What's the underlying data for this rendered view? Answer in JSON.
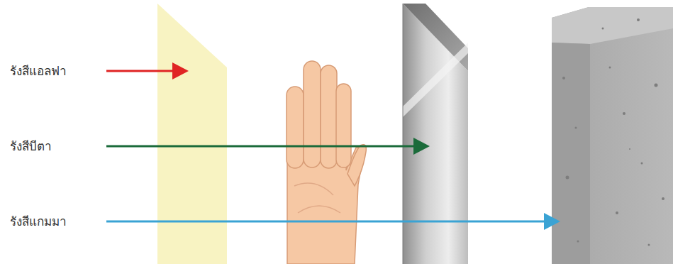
{
  "diagram": {
    "labels": [
      "รังสีแอลฟา",
      "รังสีบีตา",
      "รังสีแกมมา"
    ]
  }
}
